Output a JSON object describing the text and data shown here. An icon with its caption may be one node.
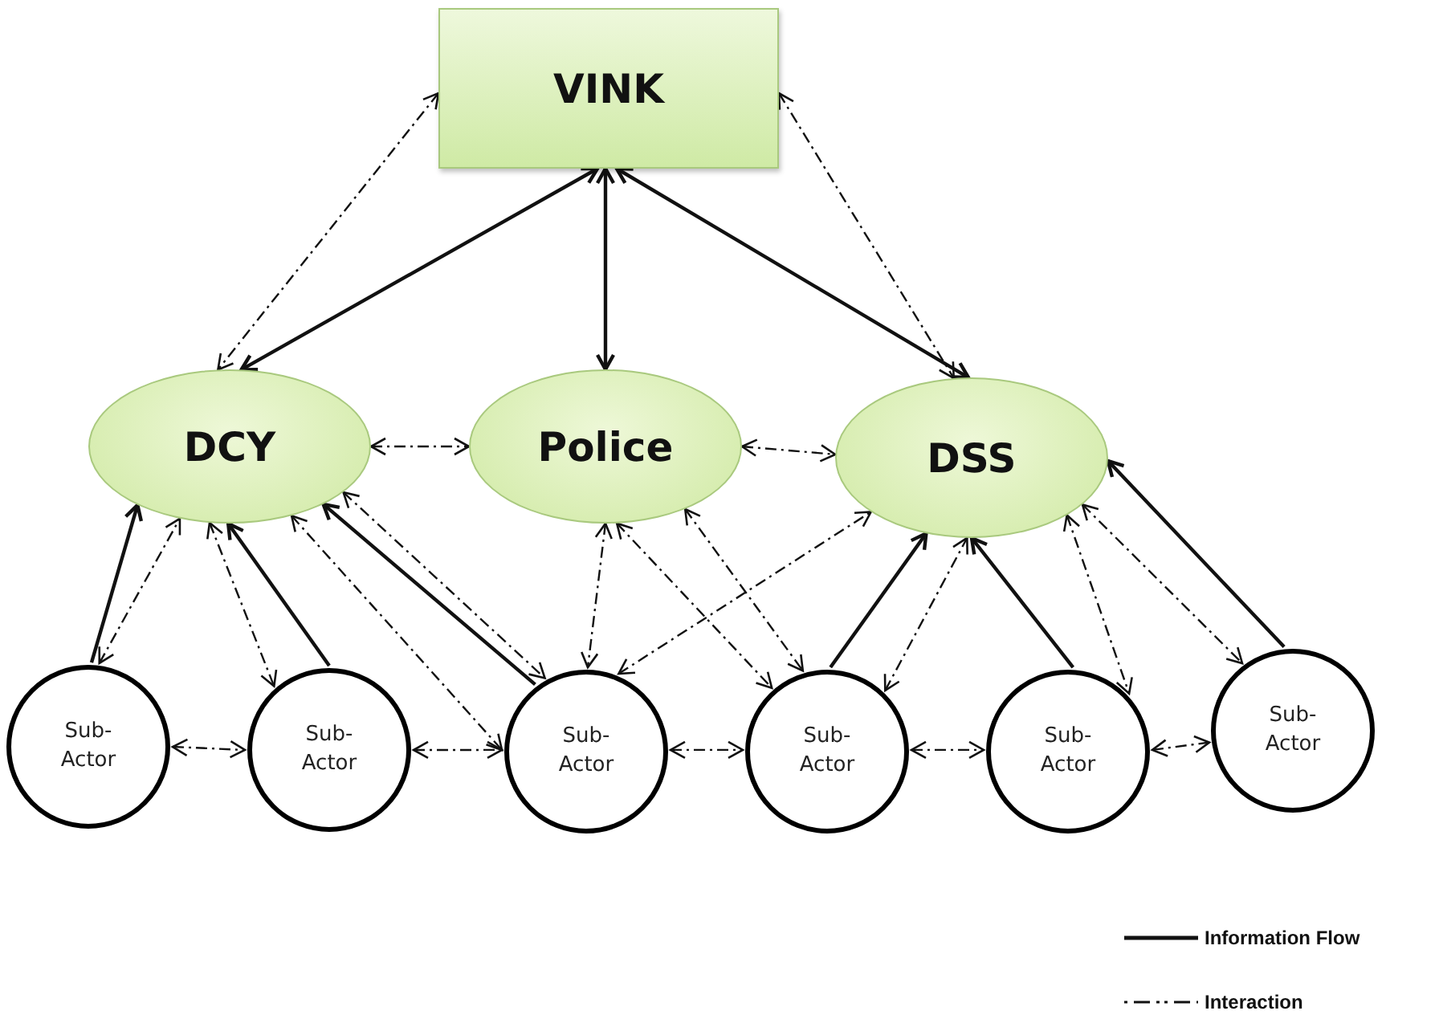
{
  "diagram": {
    "nodes": [
      {
        "text": [
          "VINK"
        ]
      },
      {
        "text": [
          "DCY"
        ]
      },
      {
        "text": [
          "Police"
        ]
      },
      {
        "text": [
          "DSS"
        ]
      },
      {
        "text": [
          "Sub- Actor"
        ]
      },
      {
        "text": [
          "Sub- Actor"
        ]
      },
      {
        "text": [
          "Sub- Actor"
        ]
      },
      {
        "text": [
          "Sub- Actor"
        ]
      },
      {
        "text": [
          "Sub- Actor"
        ]
      },
      {
        "text": [
          "Sub- Actor"
        ]
      }
    ],
    "edges": [
      {
        "from": 0,
        "to": 1,
        "arrow": "both"
      },
      {
        "from": 0,
        "to": 2,
        "arrow": "both"
      },
      {
        "from": 0,
        "to": 3,
        "arrow": "both"
      },
      {
        "from": 0,
        "to": 1,
        "arrow": "both",
        "style": "dashed"
      },
      {
        "from": 0,
        "to": 3,
        "arrow": "both",
        "style": "dashed"
      },
      {
        "from": 1,
        "to": 2,
        "arrow": "both",
        "style": "dashed"
      },
      {
        "from": 2,
        "to": 3,
        "arrow": "both",
        "style": "dashed"
      },
      {
        "from": 4,
        "to": 1,
        "arrow": "to"
      },
      {
        "from": 4,
        "to": 1,
        "arrow": "both",
        "style": "dashed"
      },
      {
        "from": 1,
        "to": 5,
        "arrow": "both",
        "style": "dashed"
      },
      {
        "from": 5,
        "to": 1,
        "arrow": "to"
      },
      {
        "from": 6,
        "to": 1,
        "arrow": "to"
      },
      {
        "from": 1,
        "to": 6,
        "arrow": "both",
        "style": "dashed"
      },
      {
        "from": 1,
        "to": 6,
        "arrow": "both",
        "style": "dashed"
      },
      {
        "from": 2,
        "to": 6,
        "arrow": "both",
        "style": "dashed"
      },
      {
        "from": 2,
        "to": 7,
        "arrow": "both",
        "style": "dashed"
      },
      {
        "from": 2,
        "to": 7,
        "arrow": "both",
        "style": "dashed"
      },
      {
        "from": 6,
        "to": 3,
        "arrow": "both",
        "style": "dashed"
      },
      {
        "from": 7,
        "to": 3,
        "arrow": "to"
      },
      {
        "from": 7,
        "to": 3,
        "arrow": "both",
        "style": "dashed"
      },
      {
        "from": 8,
        "to": 3,
        "arrow": "to"
      },
      {
        "from": 3,
        "to": 8,
        "arrow": "both",
        "style": "dashed"
      },
      {
        "from": 3,
        "to": 9,
        "arrow": "both",
        "style": "dashed"
      },
      {
        "from": 9,
        "to": 3,
        "arrow": "to"
      },
      {
        "from": 4,
        "to": 5,
        "arrow": "both",
        "style": "dashed"
      },
      {
        "from": 5,
        "to": 6,
        "arrow": "both",
        "style": "dashed"
      },
      {
        "from": 6,
        "to": 7,
        "arrow": "both",
        "style": "dashed"
      },
      {
        "from": 7,
        "to": 8,
        "arrow": "both",
        "style": "dashed"
      },
      {
        "from": 8,
        "to": 9,
        "arrow": "both",
        "style": "dashed"
      }
    ],
    "legend": [
      {
        "text": "Information Flow"
      },
      {
        "text": "Interaction"
      }
    ]
  }
}
